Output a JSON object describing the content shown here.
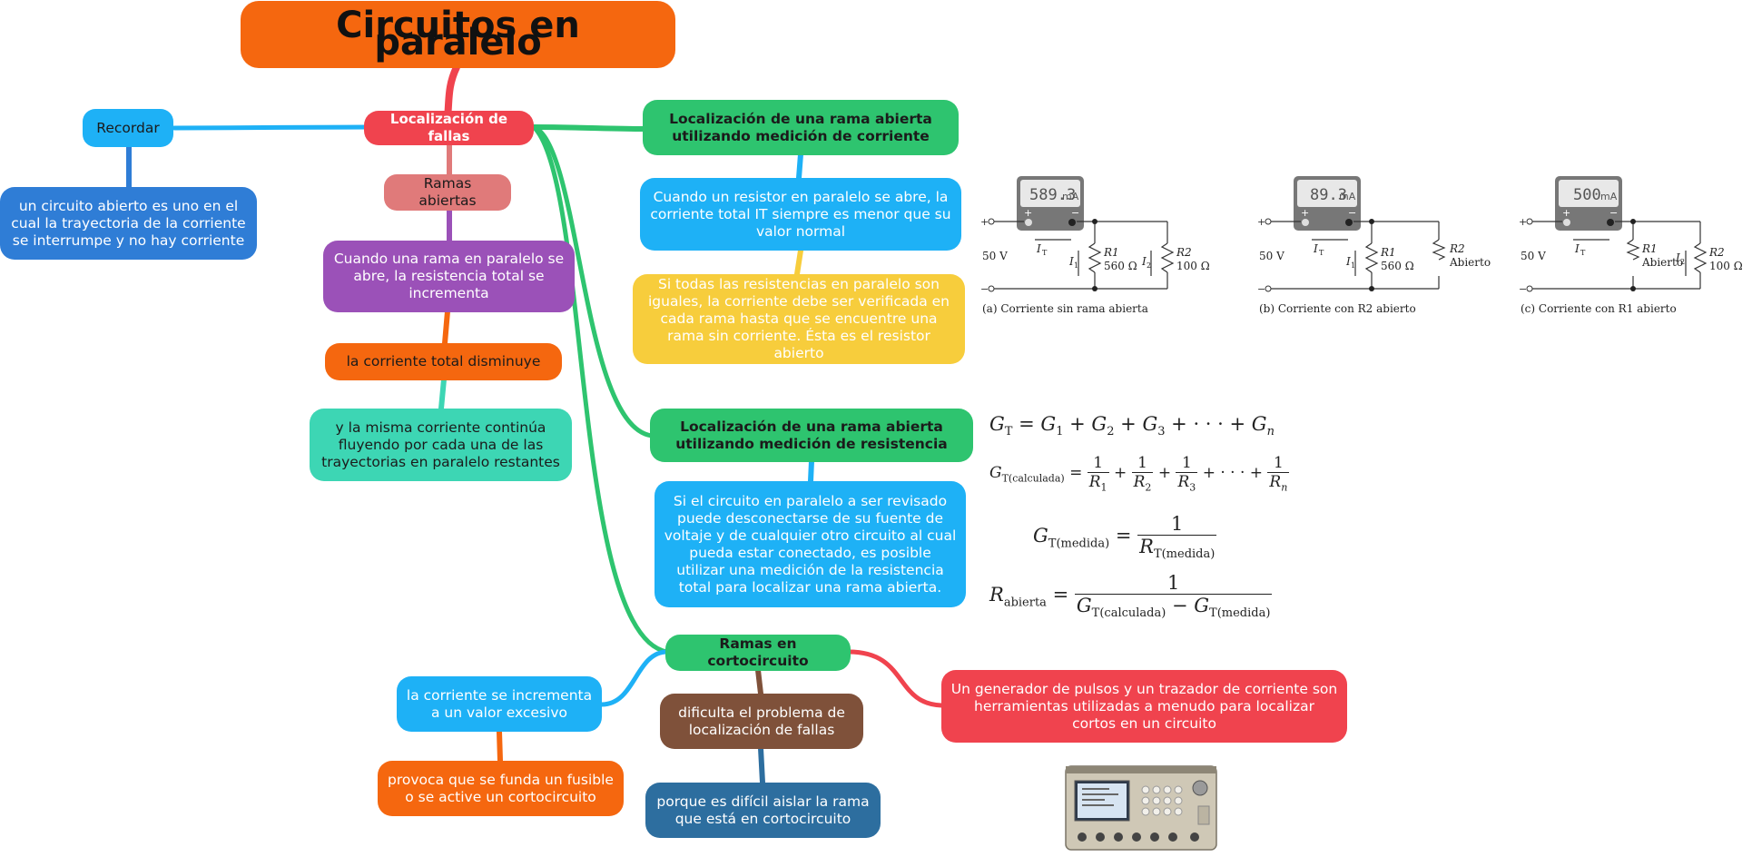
{
  "title": "Circuitos en paralelo",
  "nodes": {
    "recordar": "Recordar",
    "circuito_abierto": "un circuito abierto es uno en el cual la trayectoria de la corriente se interrumpe y no hay corriente",
    "localizacion_fallas": "Localización de fallas",
    "ramas_abiertas": "Ramas abiertas",
    "rama_paralelo_abre": "Cuando una rama en paralelo se abre, la resistencia total se incrementa",
    "corriente_total_disminuye": "la corriente total disminuye",
    "misma_corriente": "y la misma corriente continúa fluyendo por cada una de las trayectorias en paralelo restantes",
    "rama_abierta_corriente": "Localización de una rama abierta utilizando medición de corriente",
    "resistor_abre": "Cuando un resistor en paralelo se abre, la corriente total IT siempre es menor que su valor normal",
    "resistencias_iguales": "Si todas las resistencias en paralelo son iguales, la corriente debe ser verificada en cada rama hasta que se encuentre una rama sin corriente. Ésta es el resistor abierto",
    "rama_abierta_resistencia": "Localización de una rama abierta utilizando medición de resistencia",
    "circuito_desconectarse": "Si el circuito en paralelo a ser revisado puede desconectarse de su fuente de voltaje y de cualquier otro circuito al cual pueda estar conectado, es posible utilizar una medición de la resistencia total para localizar una rama abierta.",
    "ramas_cortocircuito": "Ramas en cortocircuito",
    "corriente_incrementa": "la corriente se incrementa a un valor excesivo",
    "funda_fusible": "provoca que se funda un fusible o se active un cortocircuito",
    "dificulta_problema": "dificulta el problema de localización de fallas",
    "dificil_aislar": "porque es difícil aislar la rama que está en cortocircuito",
    "generador_pulsos": "Un generador de pulsos y un trazador de corriente son herramientas utilizadas a menudo para localizar cortos en un circuito"
  },
  "circuits": [
    {
      "reading": "589.3",
      "unit": "mA",
      "voltage": "50 V",
      "r1_label": "R1",
      "r1_value": "560 Ω",
      "r2_label": "R2",
      "r2_value": "100 Ω",
      "caption": "(a) Corriente sin rama abierta"
    },
    {
      "reading": "89.3",
      "unit": "mA",
      "voltage": "50 V",
      "r1_label": "R1",
      "r1_value": "560 Ω",
      "r2_label": "R2",
      "r2_value": "Abierto",
      "caption": "(b) Corriente con R2 abierto"
    },
    {
      "reading": "500",
      "unit": "mA",
      "voltage": "50 V",
      "r1_label": "R1",
      "r1_value": "Abierto",
      "r2_label": "R2",
      "r2_value": "100 Ω",
      "caption": "(c) Corriente con R1 abierto"
    }
  ],
  "formulas": {
    "gt_sum": "G_T = G_1 + G_2 + G_3 + ··· + G_n",
    "gt_calc": "G_T(calculada) = 1/R_1 + 1/R_2 + 1/R_3 + ··· + 1/R_n",
    "gt_medida": "G_T(medida) = 1/R_T(medida)",
    "r_abierta": "R_abierta = 1/(G_T(calculada) − G_T(medida))"
  },
  "colors": {
    "title": "#f5670f",
    "localizacion": "#f0434e",
    "recordar": "#1eb1f6",
    "blue_dark": "#2f7dd6",
    "ramas_abiertas": "#e07a7a",
    "purple": "#9b51b8",
    "orange": "#f5670f",
    "teal": "#3dd6b4",
    "green": "#2ec46f",
    "blue": "#1eb1f6",
    "yellow": "#f7cd3c",
    "brown": "#7f513a",
    "navy": "#2d6e9f",
    "red": "#f0434e"
  }
}
